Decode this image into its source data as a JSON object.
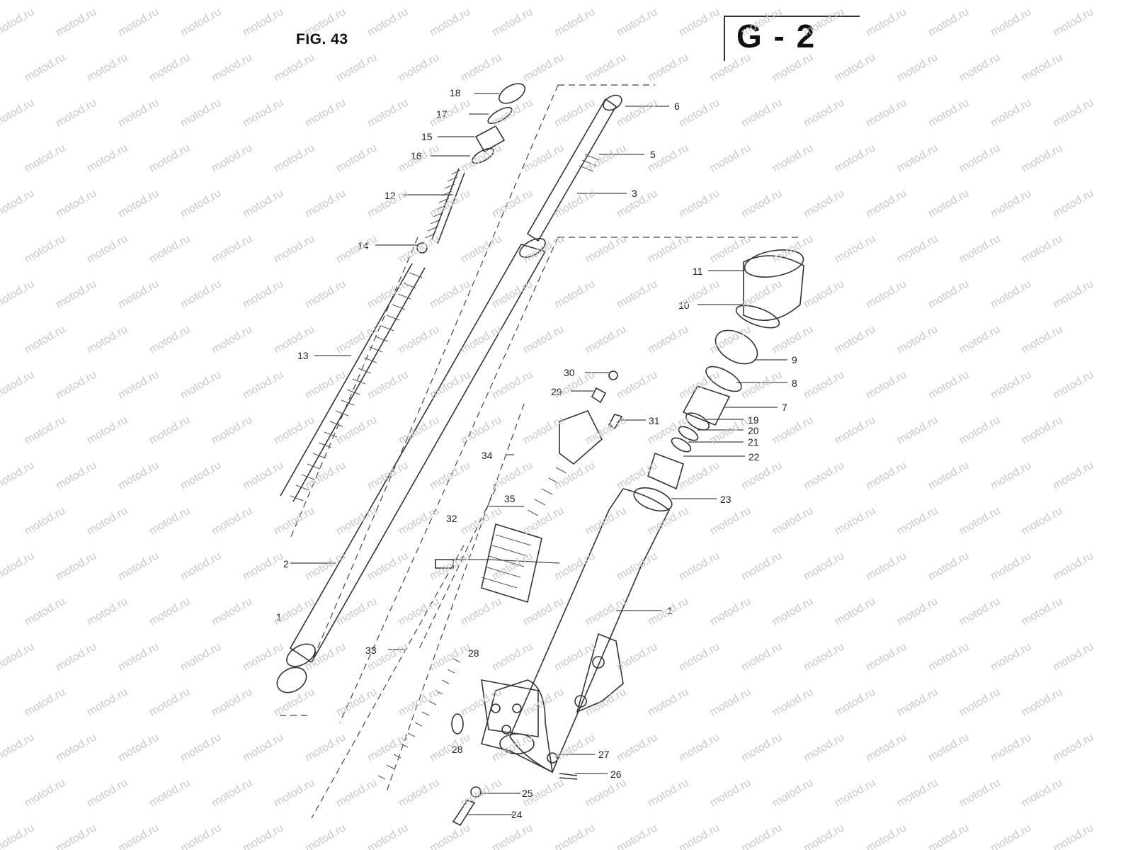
{
  "figure_label": "FIG. 43",
  "section_code": "G - 2",
  "watermark": "motod.ru",
  "callouts": [
    {
      "id": "c18",
      "text": "18"
    },
    {
      "id": "c17",
      "text": "17"
    },
    {
      "id": "c15",
      "text": "15"
    },
    {
      "id": "c16",
      "text": "16"
    },
    {
      "id": "c12",
      "text": "12"
    },
    {
      "id": "c14",
      "text": "14"
    },
    {
      "id": "c13",
      "text": "13"
    },
    {
      "id": "c6",
      "text": "6"
    },
    {
      "id": "c5",
      "text": "5"
    },
    {
      "id": "c3",
      "text": "3"
    },
    {
      "id": "c11",
      "text": "11"
    },
    {
      "id": "c10",
      "text": "10"
    },
    {
      "id": "c9",
      "text": "9"
    },
    {
      "id": "c8",
      "text": "8"
    },
    {
      "id": "c7",
      "text": "7"
    },
    {
      "id": "c19",
      "text": "19"
    },
    {
      "id": "c20",
      "text": "20"
    },
    {
      "id": "c21",
      "text": "21"
    },
    {
      "id": "c22",
      "text": "22"
    },
    {
      "id": "c23",
      "text": "23"
    },
    {
      "id": "c30",
      "text": "30"
    },
    {
      "id": "c29",
      "text": "29"
    },
    {
      "id": "c31",
      "text": "31"
    },
    {
      "id": "c34",
      "text": "34"
    },
    {
      "id": "c35",
      "text": "35"
    },
    {
      "id": "c32",
      "text": "32"
    },
    {
      "id": "c2",
      "text": "2"
    },
    {
      "id": "c1a",
      "text": "1"
    },
    {
      "id": "c1b",
      "text": "1"
    },
    {
      "id": "c33",
      "text": "33"
    },
    {
      "id": "c28a",
      "text": "28"
    },
    {
      "id": "c28b",
      "text": "28"
    },
    {
      "id": "c27",
      "text": "27"
    },
    {
      "id": "c26",
      "text": "26"
    },
    {
      "id": "c25",
      "text": "25"
    },
    {
      "id": "c24",
      "text": "24"
    }
  ]
}
